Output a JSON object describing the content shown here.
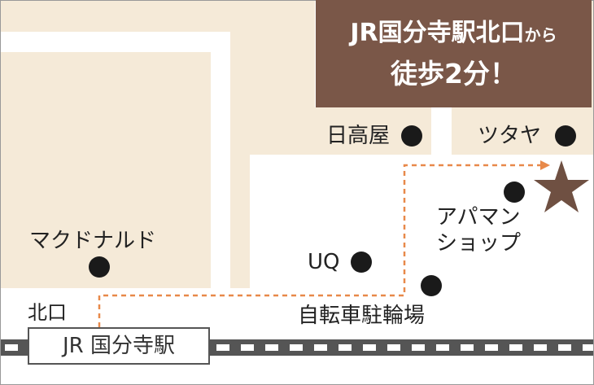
{
  "callout": {
    "line1_main": "JR国分寺駅北口",
    "line1_suffix": "から",
    "line2": "徒歩2分！"
  },
  "station": {
    "label": "JR 国分寺駅"
  },
  "exit": {
    "label": "北口"
  },
  "landmarks": [
    {
      "label": "日高屋"
    },
    {
      "label": "ツタヤ"
    },
    {
      "label": "アパマン"
    },
    {
      "label": "ショップ"
    },
    {
      "label": "マクドナルド"
    },
    {
      "label": "UQ"
    },
    {
      "label": "自転車駐輪場"
    }
  ],
  "colors": {
    "block_fill": "#f5ead8",
    "road": "#ffffff",
    "callout_bg": "#7a5748",
    "route_dash": "#e8894a",
    "destination_star": "#6f5042",
    "marker": "#1a1a1a",
    "rail_dark": "#555555"
  },
  "icons": {
    "destination": "star-icon",
    "landmark": "dot-marker-icon",
    "route": "dashed-arrow-icon"
  }
}
